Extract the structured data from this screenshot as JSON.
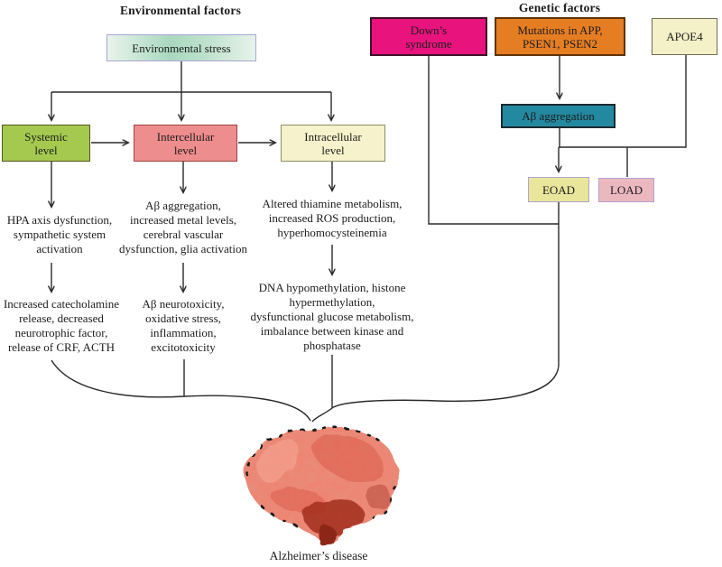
{
  "headings": {
    "environmental": "Environmental factors",
    "genetic": "Genetic factors"
  },
  "boxes": {
    "env_stress": {
      "label": "Environmental stress",
      "bg": "linear-gradient(90deg,#e9f4ec 0%,#a9d8bf 42%,#bfe2cd 68%,#e7f3ea 100%)",
      "border": "#a9a5d7"
    },
    "systemic": {
      "label": "Systemic\nlevel",
      "bg": "#a5c94e",
      "border": "#55561f"
    },
    "intercellular": {
      "label": "Intercellular\nlevel",
      "bg": "#ee8d8d",
      "border": "#a04040"
    },
    "intracellular": {
      "label": "Intracellular\nlevel",
      "bg": "#f6f2cb",
      "border": "#8f8f60"
    },
    "downs": {
      "label": "Down’s\nsyndrome",
      "bg": "#e8137d",
      "border": "#3d1226"
    },
    "mutations": {
      "label": "Mutations in APP,\nPSEN1, PSEN2",
      "bg": "#e57d22",
      "border": "#5f3308"
    },
    "apoe4": {
      "label": "APOE4",
      "bg": "#f4f0c8",
      "border": "#6e6e50"
    },
    "abeta": {
      "label": "Aβ aggregation",
      "bg": "#2389a0",
      "border": "#1b2b30"
    },
    "eoad": {
      "label": "EOAD",
      "bg": "#e9e69b",
      "border": "#b1a3ce"
    },
    "load": {
      "label": "LOAD",
      "bg": "#ecb8c0",
      "border": "#b1a3ce"
    }
  },
  "text_blocks": {
    "systemic_1": "HPA axis dysfunction,\nsympathetic system\nactivation",
    "systemic_2": "Increased catecholamine\nrelease, decreased\nneurotrophic factor,\nrelease of CRF, ACTH",
    "intercellular_1": "Aβ aggregation,\nincreased metal levels,\ncerebral vascular\ndysfunction, glia activation",
    "intercellular_2": "Aβ neurotoxicity,\noxidative stress,\ninflammation,\nexcitotoxicity",
    "intracellular_1": "Altered thiamine metabolism,\nincreased ROS production,\nhyperhomocysteinemia",
    "intracellular_2": "DNA hypomethylation, histone\nhypermethylation,\ndysfunctional glucose metabolism,\nimbalance between kinase and\nphosphatase"
  },
  "brain_label": "Alzheimer’s disease",
  "colors": {
    "line": "#2a2a2a",
    "brain_base": "#ee8471",
    "brain_mid": "#d95545",
    "brain_dark": "#a63322",
    "brain_deep": "#8c2517",
    "brain_light": "#f6a896"
  }
}
